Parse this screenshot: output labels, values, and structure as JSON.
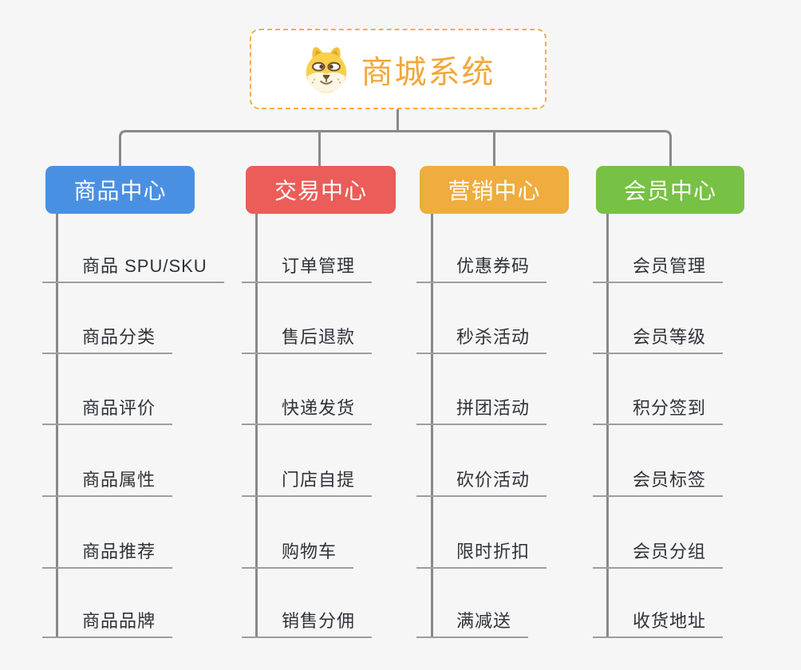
{
  "page": {
    "background_color": "#f6f6f6",
    "connector_color": "#898989",
    "underline_color": "#9d9d9d",
    "child_text_color": "#2f3238"
  },
  "root": {
    "title": "商城系统",
    "icon": "dog-face-icon",
    "title_color": "#f1a83b",
    "border_color": "#f3ae4b"
  },
  "branches": [
    {
      "label": "商品中心",
      "color": "#4a90e2",
      "items": [
        "商品 SPU/SKU",
        "商品分类",
        "商品评价",
        "商品属性",
        "商品推荐",
        "商品品牌"
      ]
    },
    {
      "label": "交易中心",
      "color": "#ea5d58",
      "items": [
        "订单管理",
        "售后退款",
        "快递发货",
        "门店自提",
        "购物车",
        "销售分佣"
      ]
    },
    {
      "label": "营销中心",
      "color": "#eead3e",
      "items": [
        "优惠券码",
        "秒杀活动",
        "拼团活动",
        "砍价活动",
        "限时折扣",
        "满减送"
      ]
    },
    {
      "label": "会员中心",
      "color": "#77c144",
      "items": [
        "会员管理",
        "会员等级",
        "积分签到",
        "会员标签",
        "会员分组",
        "收货地址"
      ]
    }
  ]
}
